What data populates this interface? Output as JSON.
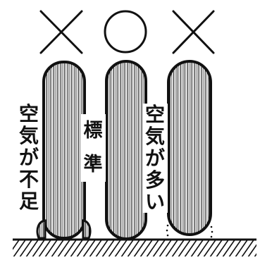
{
  "marks": {
    "left": "×",
    "center": "○",
    "right": "×"
  },
  "labels": {
    "left": "空\n気\nが\n不\n足",
    "center": "標\n準",
    "right": "空\n気\nが\n多\nい"
  },
  "colors": {
    "ink": "#111111",
    "paper": "#ffffff"
  }
}
